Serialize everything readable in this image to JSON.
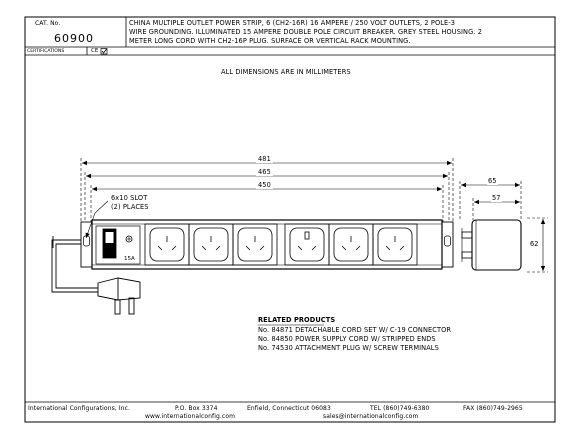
{
  "title_block": {
    "cat_label": "CAT. No.",
    "cat_number": "60900",
    "description_lines": [
      "CHINA MULTIPLE OUTLET POWER STRIP, 6 (CH2-16R) 16 AMPERE / 250 VOLT OUTLETS, 2 POLE-3",
      "WIRE GROUNDING. ILLUMINATED 15 AMPERE DOUBLE POLE CIRCUIT BREAKER. GREY STEEL HOUSING. 2",
      "METER LONG CORD WITH CH2-16P PLUG. SURFACE OR VERTICAL RACK MOUNTING."
    ],
    "certifications_label": "CERTIFICATIONS",
    "cert_mark": "CE",
    "cert_checked": true
  },
  "drawing": {
    "units_note": "ALL DIMENSIONS ARE IN MILLIMETERS",
    "dimensions": {
      "overall_length": "481",
      "mounting_length": "465",
      "body_length": "450",
      "side_depth": "65",
      "side_body_depth": "57",
      "height": "62"
    },
    "slot_note_line1": "6x10 SLOT",
    "slot_note_line2": "(2) PLACES",
    "breaker_rating": "15A",
    "outlet_count": 6
  },
  "related_products": {
    "heading": "RELATED PRODUCTS",
    "items": [
      "No. 84871 DETACHABLE CORD SET W/ C-19 CONNECTOR",
      "No. 84850 POWER SUPPLY CORD W/ STRIPPED ENDS",
      "No. 74530 ATTACHMENT PLUG W/ SCREW TERMINALS"
    ]
  },
  "footer": {
    "company": "International Configurations, Inc.",
    "po_box": "P.O. Box 3374",
    "city": "Enfield, Connecticut 06083",
    "tel": "TEL (860)749-6380",
    "fax": "FAX (860)749-2965",
    "website": "www.internationalconfig.com",
    "email": "sales@internationalconfig.com"
  }
}
